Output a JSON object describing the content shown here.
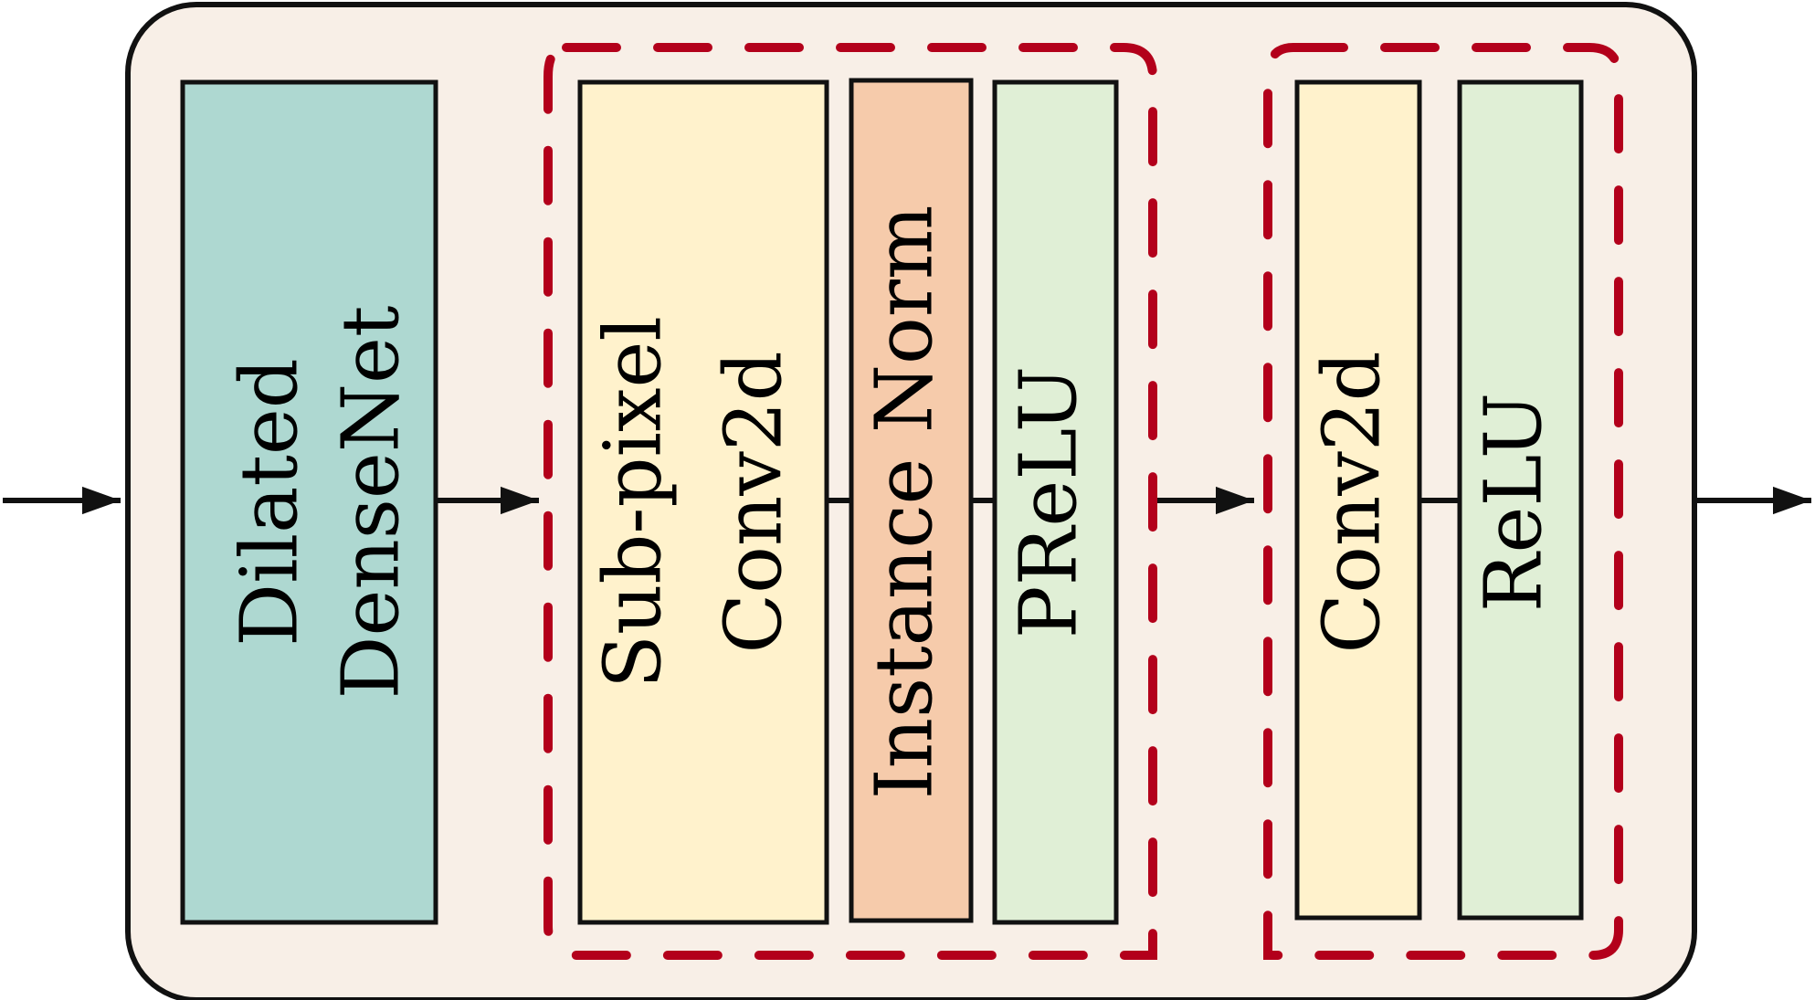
{
  "colors": {
    "outer_fill": "#f8efe7",
    "outline": "#111111",
    "dashed_group": "#b3001b",
    "teal": "#aed8d1",
    "yellow": "#fff2cc",
    "salmon": "#f6cbab",
    "green": "#e0efd6"
  },
  "blocks": {
    "dilated_densenet": {
      "line1": "Dilated",
      "line2": "DenseNet"
    },
    "subpixel_conv2d": {
      "line1": "Sub-pixel",
      "line2": "Conv2d"
    },
    "instance_norm": {
      "line1": "Instance Norm"
    },
    "prelu": {
      "line1": "PReLU"
    },
    "conv2d": {
      "line1": "Conv2d"
    },
    "relu": {
      "line1": "ReLU"
    }
  }
}
